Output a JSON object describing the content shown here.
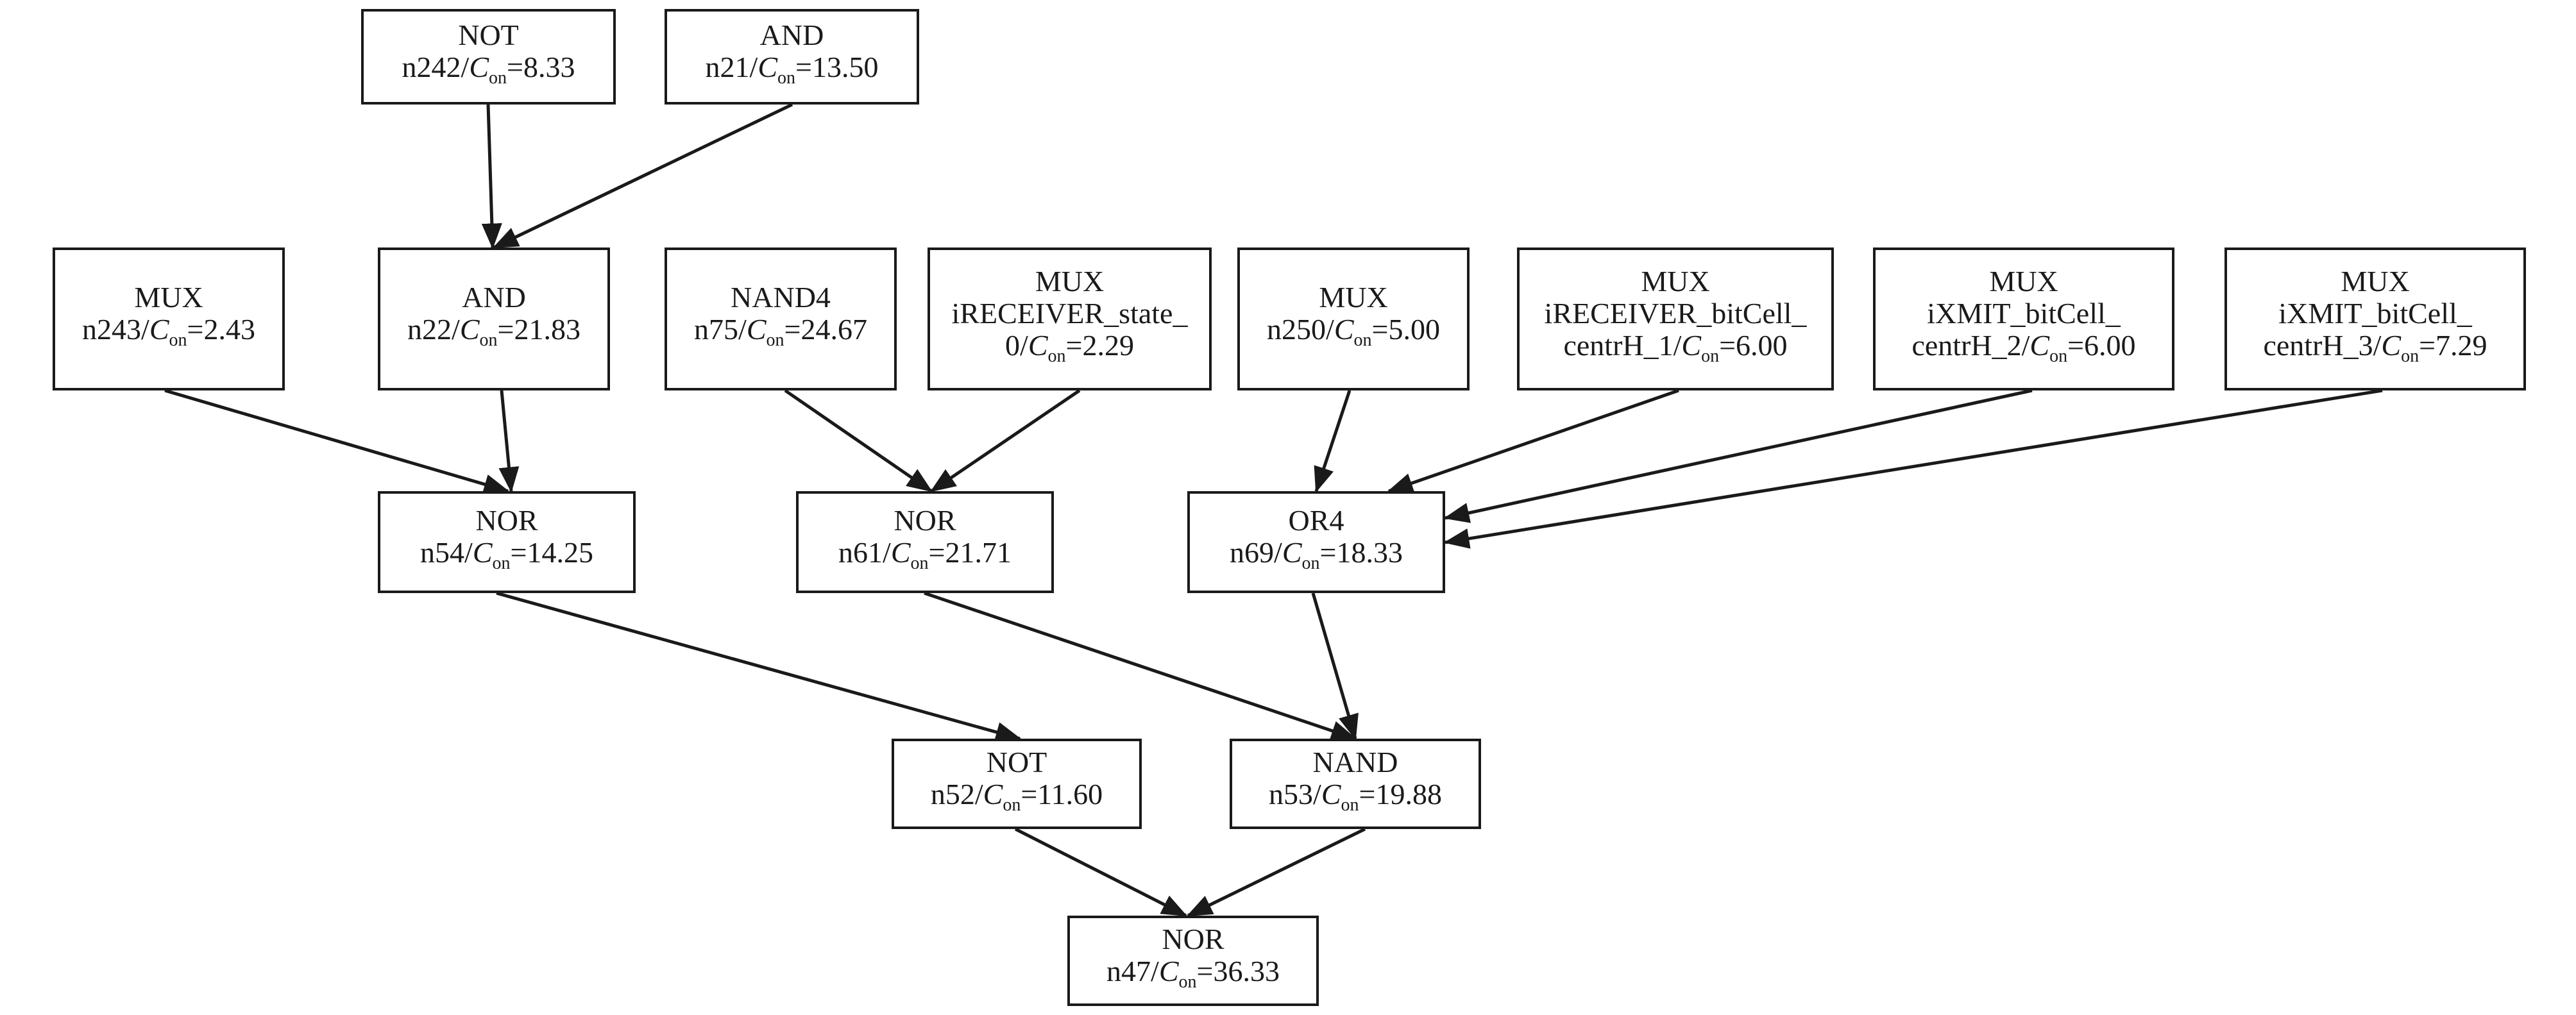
{
  "diagram": {
    "cap_letter": "C",
    "cap_sub": "on",
    "nodes": [
      {
        "id": "n242",
        "gate": "NOT",
        "pre": "n242/",
        "val": "=8.33"
      },
      {
        "id": "n21",
        "gate": "AND",
        "pre": "n21/",
        "val": "=13.50"
      },
      {
        "id": "n243",
        "gate": "MUX",
        "pre": "n243/",
        "val": "=2.43"
      },
      {
        "id": "n22",
        "gate": "AND",
        "pre": "n22/",
        "val": "=21.83"
      },
      {
        "id": "n75",
        "gate": "NAND4",
        "pre": "n75/",
        "val": "=24.67"
      },
      {
        "id": "state0",
        "gate": "MUX",
        "mid": "iRECEIVER_state_",
        "pre": "0/",
        "val": "=2.29"
      },
      {
        "id": "n250",
        "gate": "MUX",
        "pre": "n250/",
        "val": "=5.00"
      },
      {
        "id": "rc1",
        "gate": "MUX",
        "mid": "iRECEIVER_bitCell_",
        "pre": "centrH_1/",
        "val": "=6.00"
      },
      {
        "id": "xm2",
        "gate": "MUX",
        "mid": "iXMIT_bitCell_",
        "pre": "centrH_2/",
        "val": "=6.00"
      },
      {
        "id": "xm3",
        "gate": "MUX",
        "mid": "iXMIT_bitCell_",
        "pre": "centrH_3/",
        "val": "=7.29"
      },
      {
        "id": "n54",
        "gate": "NOR",
        "pre": "n54/",
        "val": "=14.25"
      },
      {
        "id": "n61",
        "gate": "NOR",
        "pre": "n61/",
        "val": "=21.71"
      },
      {
        "id": "n69",
        "gate": "OR4",
        "pre": "n69/",
        "val": "=18.33"
      },
      {
        "id": "n52",
        "gate": "NOT",
        "pre": "n52/",
        "val": "=11.60"
      },
      {
        "id": "n53",
        "gate": "NAND",
        "pre": "n53/",
        "val": "=19.88"
      },
      {
        "id": "n47",
        "gate": "NOR",
        "pre": "n47/",
        "val": "=36.33"
      }
    ],
    "edges": [
      [
        "n242",
        "n22"
      ],
      [
        "n21",
        "n22"
      ],
      [
        "n243",
        "n54"
      ],
      [
        "n22",
        "n54"
      ],
      [
        "n75",
        "n61"
      ],
      [
        "state0",
        "n61"
      ],
      [
        "n250",
        "n69"
      ],
      [
        "rc1",
        "n69"
      ],
      [
        "xm2",
        "n69"
      ],
      [
        "xm3",
        "n69"
      ],
      [
        "n54",
        "n52"
      ],
      [
        "n61",
        "n53"
      ],
      [
        "n69",
        "n53"
      ],
      [
        "n52",
        "n47"
      ],
      [
        "n53",
        "n47"
      ]
    ]
  }
}
